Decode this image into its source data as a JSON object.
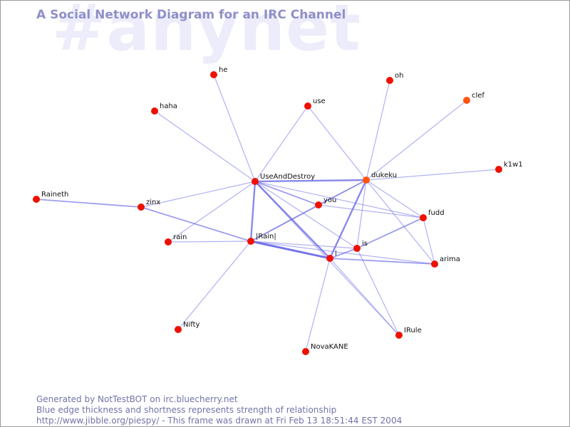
{
  "watermark": "#anynet",
  "title": "A Social Network Diagram for an IRC Channel",
  "footer": {
    "line1": "Generated by NotTestBOT on irc.bluecherry.net",
    "line2": "Blue edge thickness and shortness represents strength of relationship",
    "line3": "http://www.jibble.org/piespy/ - This frame was drawn at Fri Feb 13 18:51:44 EST 2004"
  },
  "colors": {
    "node": "#ee1100",
    "node_recent": "#ff5511",
    "edge": "#6a6ae8",
    "title": "#8f8fc8",
    "watermark": "#ececfa",
    "footer": "#7373a8"
  },
  "nodes": [
    {
      "id": "he",
      "label": "he"
    },
    {
      "id": "oh",
      "label": "oh"
    },
    {
      "id": "clef",
      "label": "clef"
    },
    {
      "id": "use",
      "label": "use"
    },
    {
      "id": "haha",
      "label": "haha"
    },
    {
      "id": "k1w1",
      "label": "k1w1"
    },
    {
      "id": "UseAndDestroy",
      "label": "UseAndDestroy"
    },
    {
      "id": "dukeku",
      "label": "dukeku"
    },
    {
      "id": "Raineth",
      "label": "Raineth"
    },
    {
      "id": "you",
      "label": "you"
    },
    {
      "id": "zinx",
      "label": "zinx"
    },
    {
      "id": "fudd",
      "label": "fudd"
    },
    {
      "id": "rain",
      "label": "rain"
    },
    {
      "id": "Rain",
      "label": "|Rain|"
    },
    {
      "id": "is",
      "label": "is"
    },
    {
      "id": "i",
      "label": "i"
    },
    {
      "id": "arima",
      "label": "arima"
    },
    {
      "id": "IRule",
      "label": "IRule"
    },
    {
      "id": "Nifty",
      "label": "Nifty"
    },
    {
      "id": "NovaKANE",
      "label": "NovaKANE"
    }
  ],
  "edges": [
    {
      "from": "he",
      "to": "UseAndDestroy",
      "weight": 1
    },
    {
      "from": "haha",
      "to": "UseAndDestroy",
      "weight": 1
    },
    {
      "from": "use",
      "to": "UseAndDestroy",
      "weight": 1
    },
    {
      "from": "use",
      "to": "dukeku",
      "weight": 1
    },
    {
      "from": "oh",
      "to": "dukeku",
      "weight": 1
    },
    {
      "from": "clef",
      "to": "dukeku",
      "weight": 1
    },
    {
      "from": "k1w1",
      "to": "dukeku",
      "weight": 1
    },
    {
      "from": "UseAndDestroy",
      "to": "dukeku",
      "weight": 3
    },
    {
      "from": "UseAndDestroy",
      "to": "Rain",
      "weight": 3
    },
    {
      "from": "UseAndDestroy",
      "to": "i",
      "weight": 3
    },
    {
      "from": "UseAndDestroy",
      "to": "you",
      "weight": 2
    },
    {
      "from": "UseAndDestroy",
      "to": "zinx",
      "weight": 1
    },
    {
      "from": "UseAndDestroy",
      "to": "rain",
      "weight": 1
    },
    {
      "from": "UseAndDestroy",
      "to": "is",
      "weight": 1
    },
    {
      "from": "UseAndDestroy",
      "to": "IRule",
      "weight": 1
    },
    {
      "from": "UseAndDestroy",
      "to": "fudd",
      "weight": 1
    },
    {
      "from": "dukeku",
      "to": "you",
      "weight": 2
    },
    {
      "from": "dukeku",
      "to": "i",
      "weight": 3
    },
    {
      "from": "dukeku",
      "to": "fudd",
      "weight": 1
    },
    {
      "from": "dukeku",
      "to": "arima",
      "weight": 1
    },
    {
      "from": "dukeku",
      "to": "is",
      "weight": 1
    },
    {
      "from": "dukeku",
      "to": "Rain",
      "weight": 1
    },
    {
      "from": "Raineth",
      "to": "zinx",
      "weight": 2
    },
    {
      "from": "zinx",
      "to": "Rain",
      "weight": 2
    },
    {
      "from": "you",
      "to": "Rain",
      "weight": 2
    },
    {
      "from": "you",
      "to": "fudd",
      "weight": 1
    },
    {
      "from": "rain",
      "to": "Rain",
      "weight": 1
    },
    {
      "from": "Rain",
      "to": "i",
      "weight": 4
    },
    {
      "from": "Rain",
      "to": "is",
      "weight": 1
    },
    {
      "from": "Rain",
      "to": "Nifty",
      "weight": 1
    },
    {
      "from": "Rain",
      "to": "arima",
      "weight": 1
    },
    {
      "from": "is",
      "to": "fudd",
      "weight": 2
    },
    {
      "from": "is",
      "to": "IRule",
      "weight": 1
    },
    {
      "from": "i",
      "to": "is",
      "weight": 2
    },
    {
      "from": "i",
      "to": "arima",
      "weight": 2
    },
    {
      "from": "i",
      "to": "NovaKANE",
      "weight": 1
    },
    {
      "from": "i",
      "to": "IRule",
      "weight": 1
    },
    {
      "from": "fudd",
      "to": "arima",
      "weight": 1
    }
  ]
}
